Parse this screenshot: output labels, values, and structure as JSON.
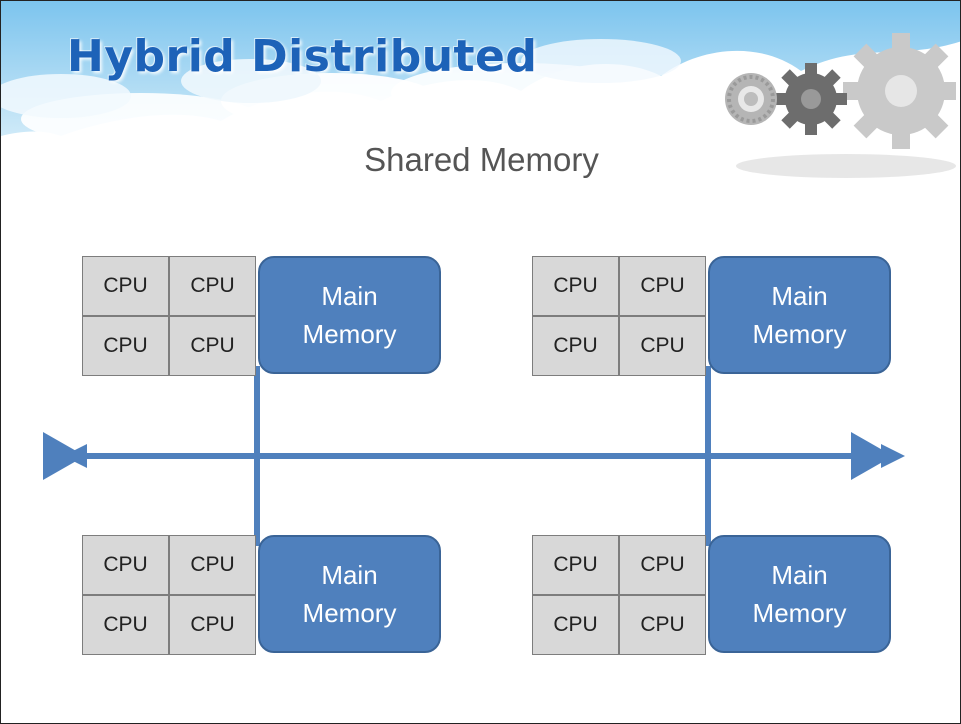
{
  "slide": {
    "title": "Hybrid Distributed",
    "subtitle": "Shared Memory"
  },
  "colors": {
    "title": "#1d62b8",
    "memory_fill": "#4f80bd",
    "cpu_fill": "#d8d8d8",
    "bus": "#4f80bd"
  },
  "diagram": {
    "nodes": [
      {
        "cpus": [
          "CPU",
          "CPU",
          "CPU",
          "CPU"
        ],
        "memory_label": "Main\nMemory"
      },
      {
        "cpus": [
          "CPU",
          "CPU",
          "CPU",
          "CPU"
        ],
        "memory_label": "Main\nMemory"
      },
      {
        "cpus": [
          "CPU",
          "CPU",
          "CPU",
          "CPU"
        ],
        "memory_label": "Main\nMemory"
      },
      {
        "cpus": [
          "CPU",
          "CPU",
          "CPU",
          "CPU"
        ],
        "memory_label": "Main\nMemory"
      }
    ]
  }
}
